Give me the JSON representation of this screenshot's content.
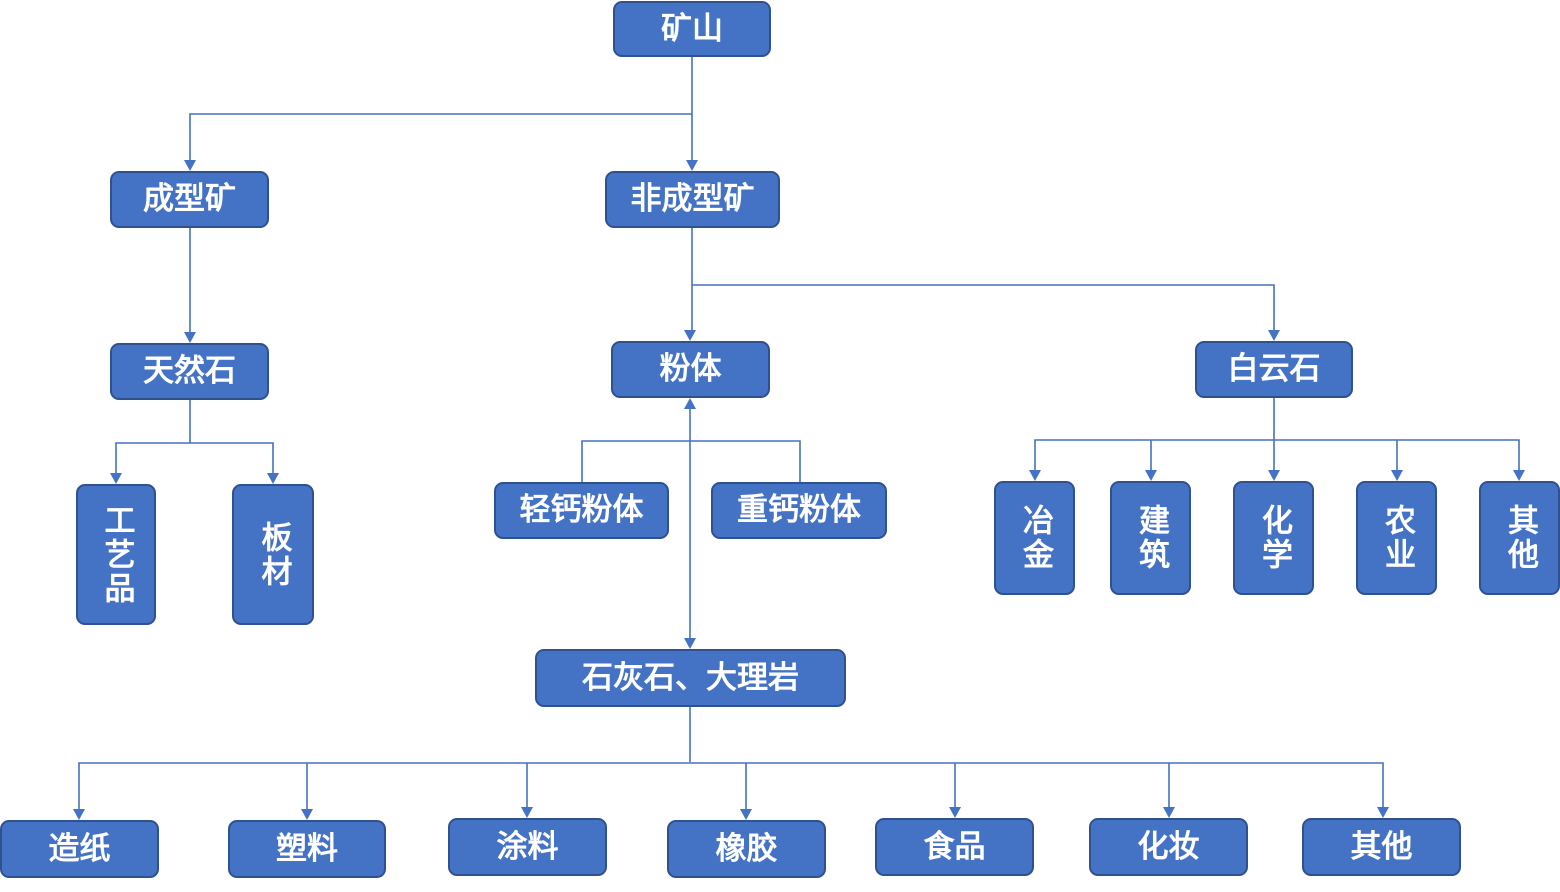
{
  "nodes": {
    "mine": "矿山",
    "formed_ore": "成型矿",
    "unformed_ore": "非成型矿",
    "natural_stone": "天然石",
    "powder": "粉体",
    "dolomite": "白云石",
    "crafts": "工艺品",
    "board": "板材",
    "light_calcium_powder": "轻钙粉体",
    "heavy_calcium_powder": "重钙粉体",
    "limestone_marble": "石灰石、大理岩",
    "metallurgy": "冶金",
    "construction": "建筑",
    "chemical": "化学",
    "agriculture": "农业",
    "others_dolomite": "其他",
    "papermaking": "造纸",
    "plastics": "塑料",
    "coatings": "涂料",
    "rubber": "橡胶",
    "food": "食品",
    "cosmetics": "化妆",
    "others_limestone": "其他"
  },
  "colors": {
    "box_fill": "#4472c4",
    "box_border": "#2f528f",
    "text": "#ffffff",
    "connector": "#4472c4",
    "background": "#ffffff"
  }
}
